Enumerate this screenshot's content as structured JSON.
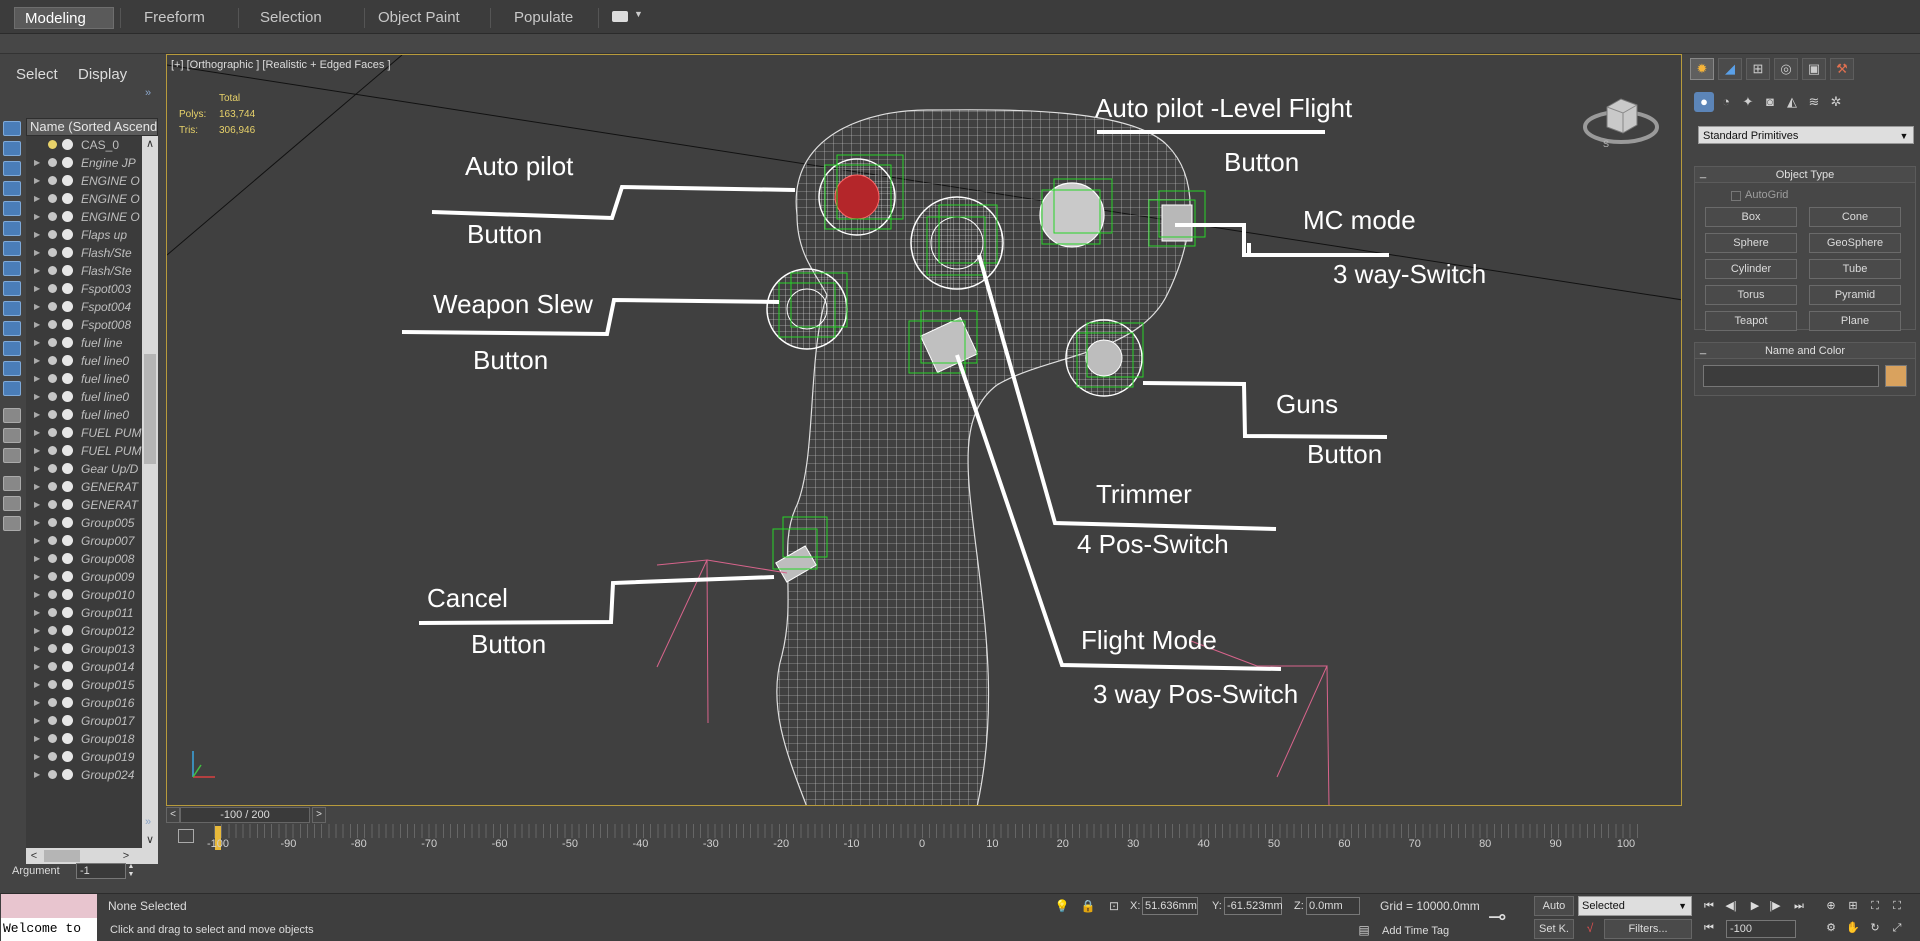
{
  "ribbon": {
    "tabs": [
      "Modeling",
      "Freeform",
      "Selection",
      "Object Paint",
      "Populate"
    ]
  },
  "left_panel": {
    "menu_select": "Select",
    "menu_display": "Display",
    "column_header": "Name (Sorted Ascending)",
    "items": [
      "CAS_0",
      "Engine JP",
      "ENGINE O",
      "ENGINE O",
      "ENGINE O",
      "Flaps up",
      "Flash/Ste",
      "Flash/Ste",
      "Fspot003",
      "Fspot004",
      "Fspot008",
      "fuel line",
      "fuel line0",
      "fuel line0",
      "fuel line0",
      "fuel line0",
      "FUEL PUM",
      "FUEL PUM",
      "Gear Up/D",
      "GENERAT",
      "GENERAT",
      "Group005",
      "Group007",
      "Group008",
      "Group009",
      "Group010",
      "Group011",
      "Group012",
      "Group013",
      "Group014",
      "Group015",
      "Group016",
      "Group017",
      "Group018",
      "Group019",
      "Group024"
    ]
  },
  "viewport": {
    "label": "[+] [Orthographic ] [Realistic + Edged Faces ]",
    "stats_total": "Total",
    "stats_polys_label": "Polys:",
    "stats_polys": "163,744",
    "stats_tris_label": "Tris:",
    "stats_tris": "306,946",
    "callouts": {
      "autopilot_1": "Auto pilot",
      "autopilot_2": "Button",
      "level_flight_1": "Auto pilot -Level Flight",
      "level_flight_2": "Button",
      "mc_mode_1": "MC mode",
      "mc_mode_2": "3 way-Switch",
      "weapon_slew_1": "Weapon Slew",
      "weapon_slew_2": "Button",
      "guns_1": "Guns",
      "guns_2": "Button",
      "trimmer_1": "Trimmer",
      "trimmer_2": "4 Pos-Switch",
      "cancel_1": "Cancel",
      "cancel_2": "Button",
      "flight_mode_1": "Flight Mode",
      "flight_mode_2": "3 way Pos-Switch"
    }
  },
  "timeline": {
    "frame_readout": "-100 / 200",
    "ticks": [
      "-100",
      "-90",
      "-80",
      "-70",
      "-60",
      "-50",
      "-40",
      "-30",
      "-20",
      "-10",
      "0",
      "10",
      "20",
      "30",
      "40",
      "50",
      "60",
      "70",
      "80",
      "90",
      "100"
    ]
  },
  "argument": {
    "label": "Argument",
    "value": "-1"
  },
  "command_panel": {
    "primitive_type": "Standard Primitives",
    "object_type_title": "Object Type",
    "autogrid": "AutoGrid",
    "buttons": [
      "Box",
      "Cone",
      "Sphere",
      "GeoSphere",
      "Cylinder",
      "Tube",
      "Torus",
      "Pyramid",
      "Teapot",
      "Plane"
    ],
    "name_color_title": "Name and Color",
    "swatch_color": "#d9a25e"
  },
  "status": {
    "script_text": "Welcome to",
    "selection": "None Selected",
    "prompt": "Click and drag to select and move objects",
    "x_label": "X:",
    "x_value": "51.636mm",
    "y_label": "Y:",
    "y_value": "-61.523mm",
    "z_label": "Z:",
    "z_value": "0.0mm",
    "grid": "Grid = 10000.0mm",
    "add_time_tag": "Add Time Tag",
    "auto": "Auto",
    "set_key": "Set K.",
    "selected_option": "Selected",
    "filters": "Filters...",
    "frame": "-100"
  }
}
